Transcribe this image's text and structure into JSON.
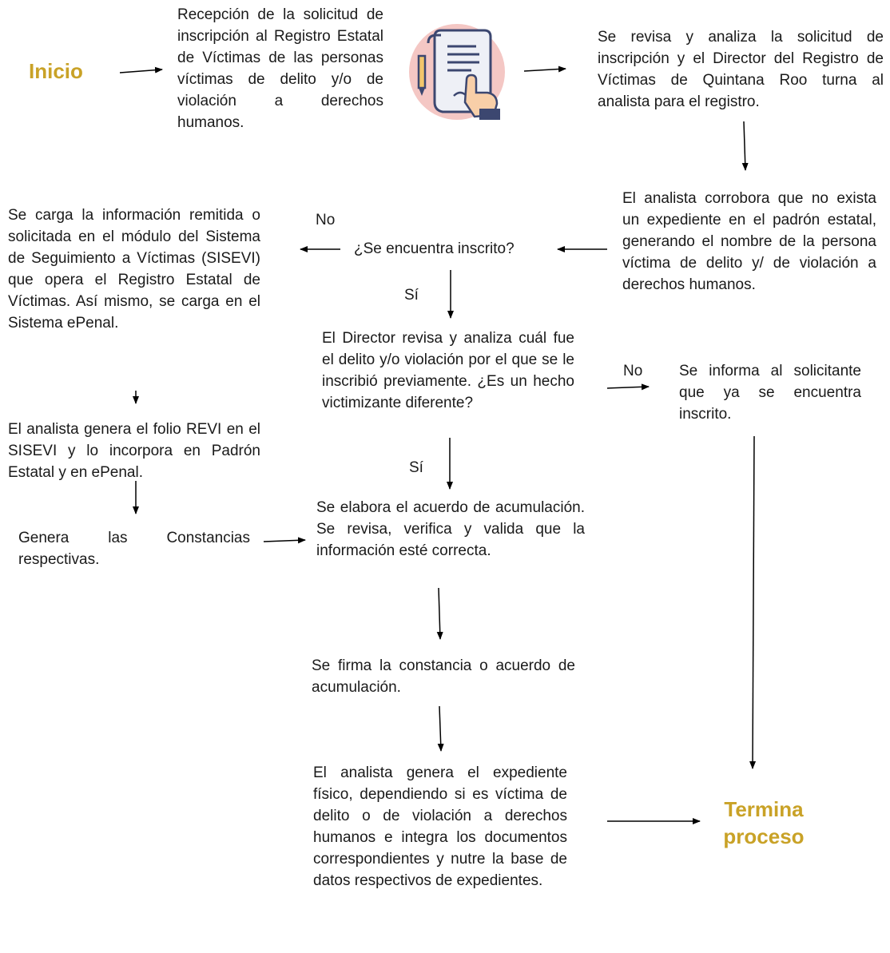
{
  "start": "Inicio",
  "end_line1": "Termina",
  "end_line2": "proceso",
  "steps": {
    "reception": "Recepción de la solicitud de inscripción al Registro Estatal de Víctimas de las personas víctimas de delito y/o de violación a derechos humanos.",
    "review": "Se revisa y analiza la solicitud de inscripción y el Director del Registro de Víctimas de Quintana Roo turna al analista para el registro.",
    "corroborate": "El analista corrobora que no exista un expediente en el padrón estatal, generando el nombre de la persona víctima de delito y/ de violación a derechos humanos.",
    "load": "Se carga la información remitida o solicitada en el módulo del Sistema de Seguimiento a Víctimas (SISEVI) que opera el Registro Estatal de Víctimas. Así mismo, se carga en el Sistema ePenal.",
    "folio": "El analista genera el folio REVI en el SISEVI y lo incorpora en Padrón Estatal y en ePenal.",
    "constancias": "Genera las Constancias respectivas.",
    "director": "El Director revisa y analiza cuál fue el delito y/o violación por el que se le inscribió previamente. ¿Es un hecho victimizante diferente?",
    "inform": "Se informa al solicitante que ya se encuentra inscrito.",
    "agreement": "Se elabora el acuerdo de acumulación. Se revisa, verifica y valida que la información esté correcta.",
    "sign": "Se firma la constancia o acuerdo de acumulación.",
    "file": "El analista genera el expediente físico, dependiendo si es víctima de delito o de violación a derechos humanos e integra los documentos correspondientes y nutre la base de datos respectivos de expedientes."
  },
  "question": "¿Se encuentra inscrito?",
  "labels": {
    "no1": "No",
    "si1": "Sí",
    "no2": "No",
    "si2": "Sí"
  },
  "colors": {
    "accent": "#c9a227",
    "text": "#1a1a1a",
    "arrow": "#000000"
  },
  "icon": "document-signing-icon"
}
